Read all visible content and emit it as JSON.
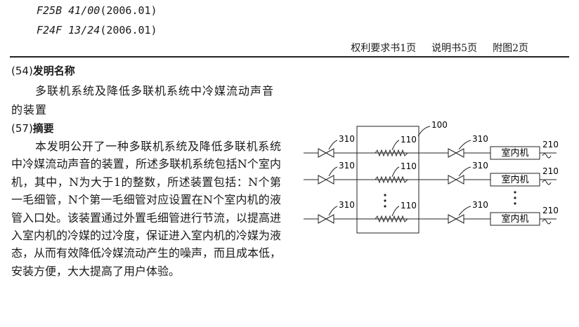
{
  "classifications": [
    {
      "code": "F25B 41/00",
      "date": "(2006.01)"
    },
    {
      "code": "F24F 13/24",
      "date": "(2006.01)"
    }
  ],
  "page_counts": [
    "权利要求书1页",
    "说明书5页",
    "附图2页"
  ],
  "invention_title": {
    "number": "(54)",
    "heading": "发明名称",
    "text": "多联机系统及降低多联机系统中冷媒流动声音的装置"
  },
  "abstract": {
    "number": "(57)",
    "heading": "摘要",
    "text": "本发明公开了一种多联机系统及降低多联机系统中冷媒流动声音的装置，所述多联机系统包括N个室内机，其中，N为大于1的整数，所述装置包括：N个第一毛细管，N个第一毛细管对应设置在N个室内机的液管入口处。该装置通过外置毛细管进行节流，以提高进入室内机的冷媒的过冷度，保证进入室内机的冷媒为液态，从而有效降低冷媒流动产生的噪声，而且成本低，安装方便，大大提高了用户体验。"
  },
  "figure": {
    "box_label": "100",
    "valve_label": "310",
    "capillary_label": "110",
    "unit_label": "210",
    "unit_text": "室内机",
    "rows": 3
  }
}
